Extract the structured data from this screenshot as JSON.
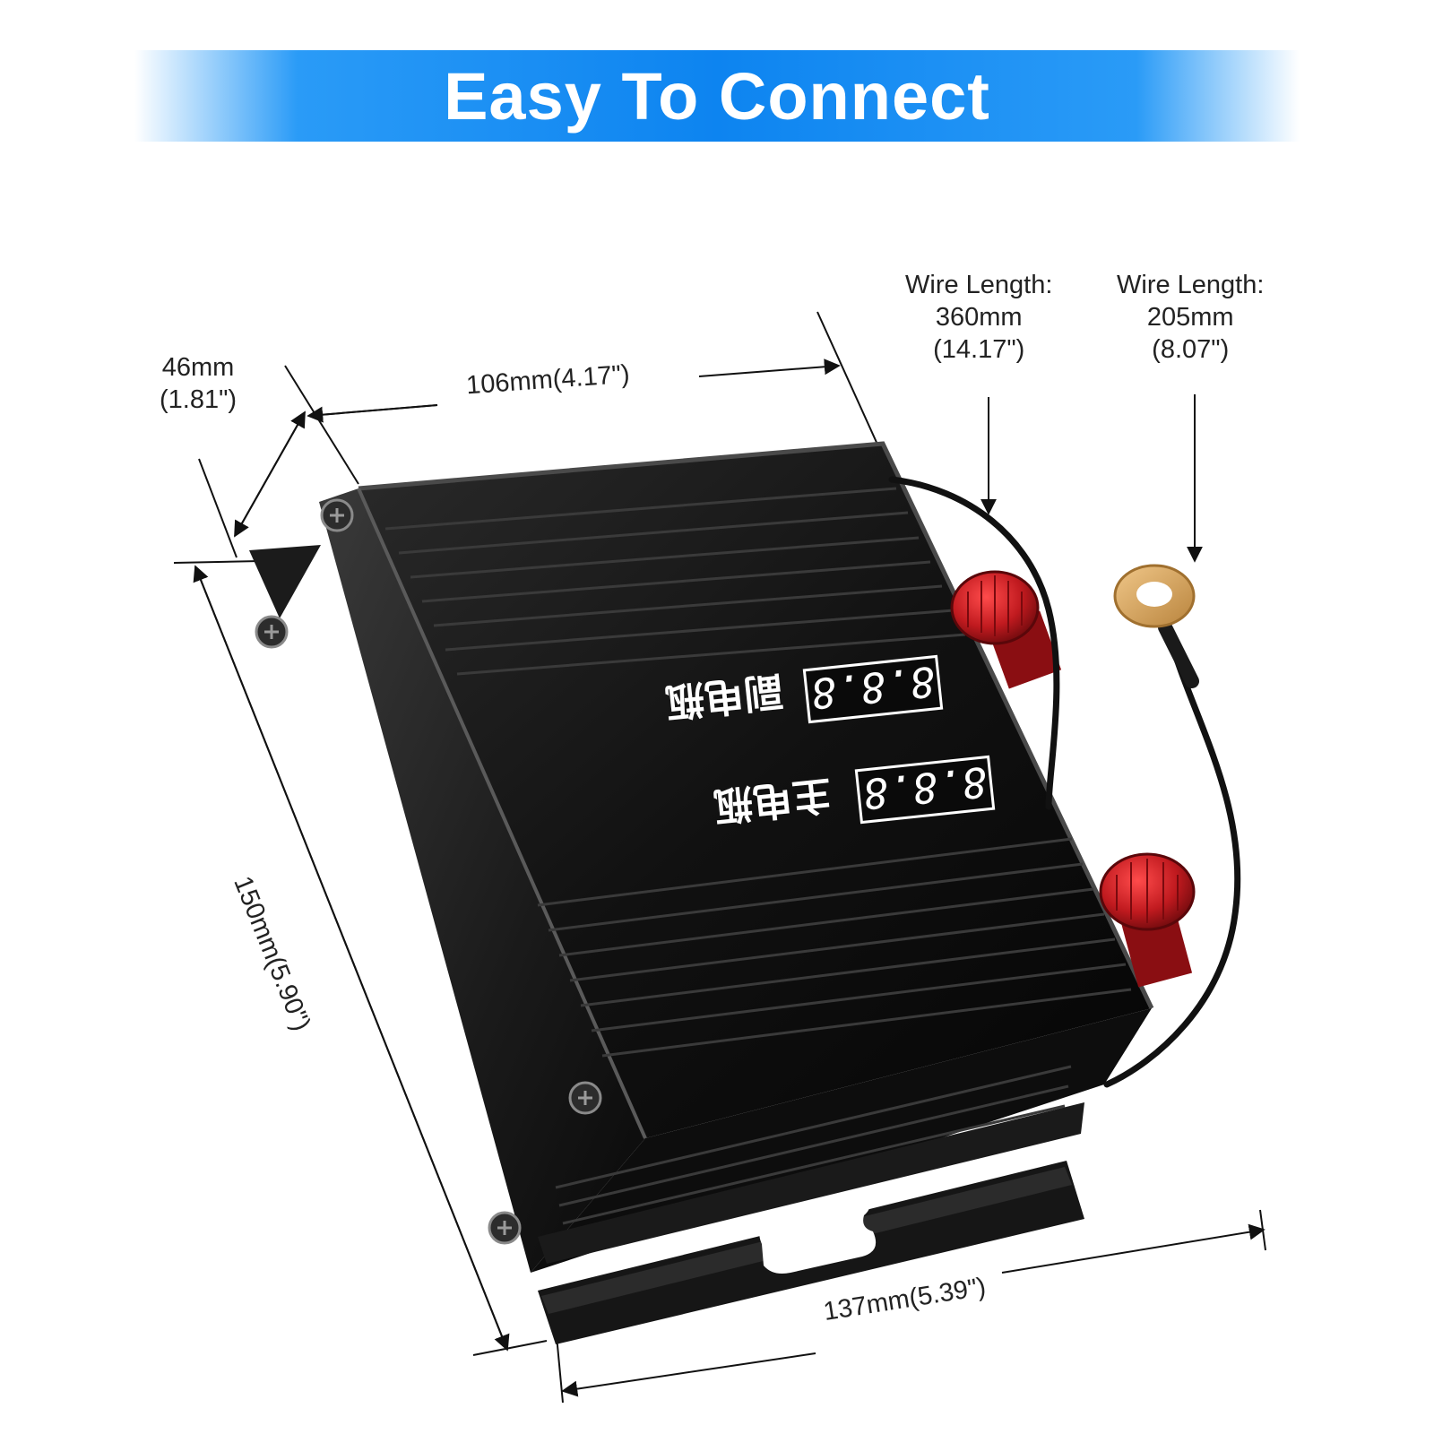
{
  "banner": {
    "title": "Easy To Connect",
    "colors": {
      "start": "#2a9bf7",
      "center": "#0d84f0",
      "text": "#ffffff"
    }
  },
  "dimensions": {
    "depth": {
      "line1": "46mm",
      "line2": "(1.81\")"
    },
    "width": {
      "label": "106mm(4.17\")"
    },
    "height": {
      "label": "150mm(5.90\")"
    },
    "base": {
      "label": "137mm(5.39\")"
    }
  },
  "wires": {
    "positive": {
      "title": "Wire Length:",
      "mm": "360mm",
      "inch": "(14.17\")"
    },
    "ground": {
      "title": "Wire Length:",
      "mm": "205mm",
      "inch": "(8.07\")"
    }
  },
  "device": {
    "top_display": {
      "reading": "8.8.8",
      "label": "副电瓶"
    },
    "bottom_display": {
      "reading": "8.8.8",
      "label": "主电瓶"
    },
    "colors": {
      "body": "#141414",
      "terminal": "#c01a1f",
      "ring": "#d9a55a",
      "led": "#ffffff"
    }
  }
}
